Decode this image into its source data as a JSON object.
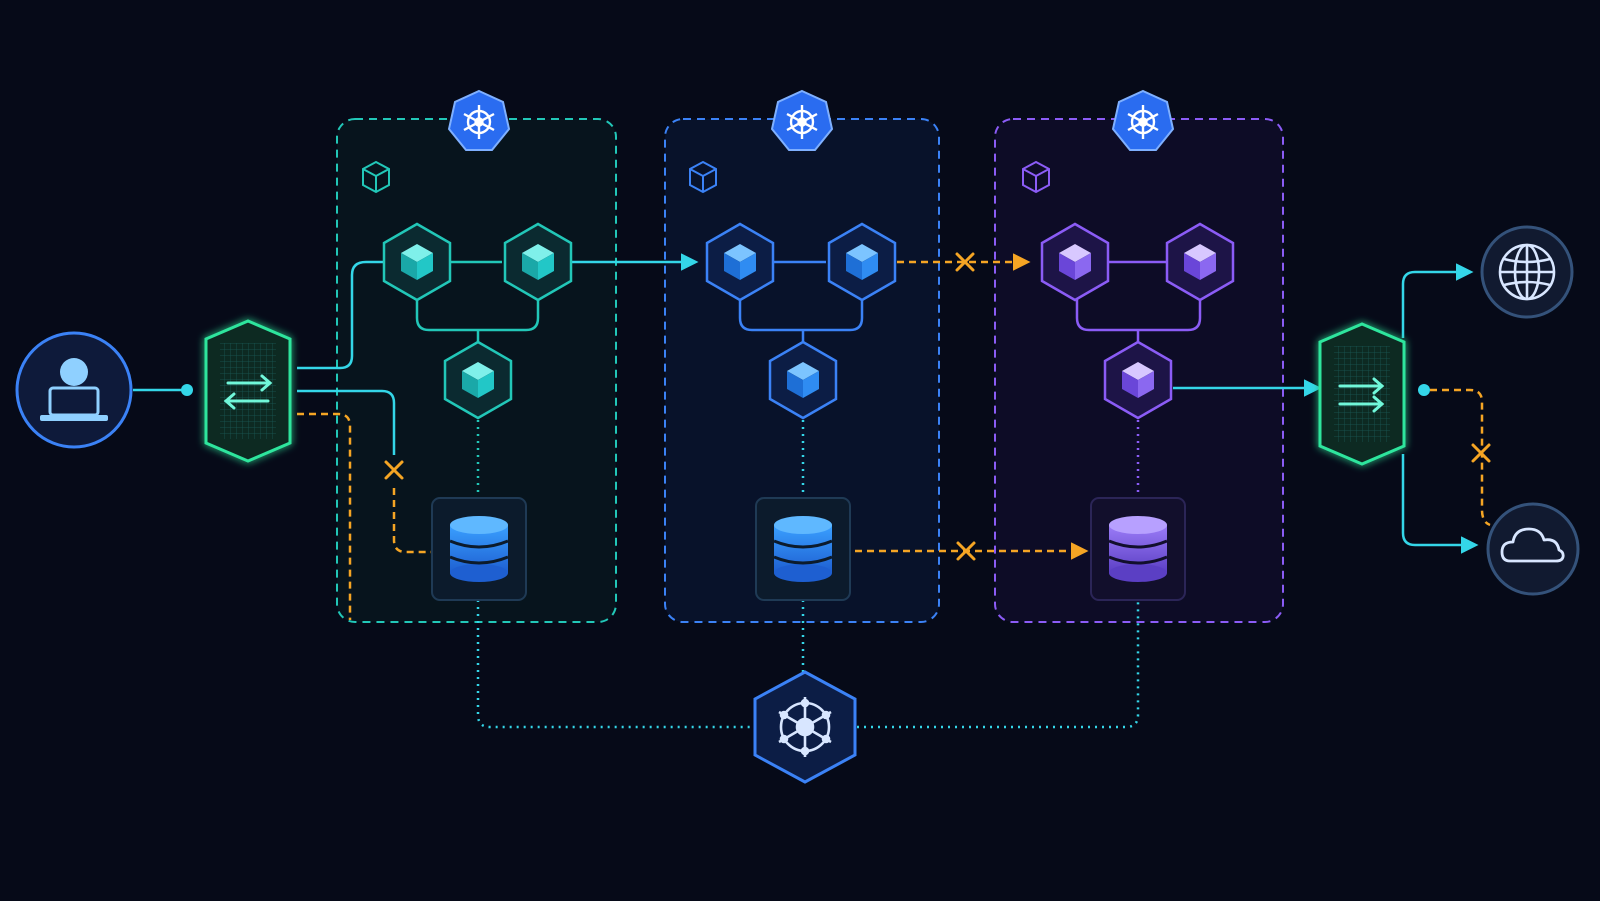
{
  "colors": {
    "background": "#060a18",
    "cyan": "#34d6e8",
    "teal": "#22c7b8",
    "blue": "#3b82f6",
    "purple": "#8b5cf6",
    "orange": "#f5a524",
    "gateway_green": "#2ee59d"
  },
  "icons": {
    "user": "user-laptop-icon",
    "gateway": "network-gateway-icon",
    "cluster_badge": "kubernetes-helm-icon",
    "namespace": "cube-outline-icon",
    "service": "cube-icon",
    "database": "database-icon",
    "control_plane": "helm-wheel-icon",
    "internet": "globe-icon",
    "cloud": "cloud-icon"
  },
  "clusters": [
    {
      "id": "cluster-1",
      "theme": "teal"
    },
    {
      "id": "cluster-2",
      "theme": "blue"
    },
    {
      "id": "cluster-3",
      "theme": "purple"
    }
  ],
  "connections": [
    {
      "from": "user",
      "to": "ingress-gateway",
      "style": "solid"
    },
    {
      "from": "ingress-gateway",
      "to": "cluster-1-service-a",
      "style": "solid"
    },
    {
      "from": "ingress-gateway",
      "to": "cluster-1-database",
      "style": "blocked"
    },
    {
      "from": "cluster-1-service-b",
      "to": "cluster-2-service-a",
      "style": "solid"
    },
    {
      "from": "cluster-2-service-b",
      "to": "cluster-3-service-a",
      "style": "blocked"
    },
    {
      "from": "cluster-2-database",
      "to": "cluster-3-database",
      "style": "blocked"
    },
    {
      "from": "cluster-3-service-c",
      "to": "egress-gateway",
      "style": "solid"
    },
    {
      "from": "egress-gateway",
      "to": "internet",
      "style": "solid"
    },
    {
      "from": "egress-gateway",
      "to": "cloud",
      "style": "solid"
    },
    {
      "from": "egress-gateway",
      "to": "cloud",
      "style": "blocked"
    },
    {
      "from": "control-plane",
      "to": "cluster-1-database",
      "style": "dotted"
    },
    {
      "from": "control-plane",
      "to": "cluster-2-database",
      "style": "dotted"
    },
    {
      "from": "control-plane",
      "to": "cluster-3-database",
      "style": "dotted"
    }
  ]
}
